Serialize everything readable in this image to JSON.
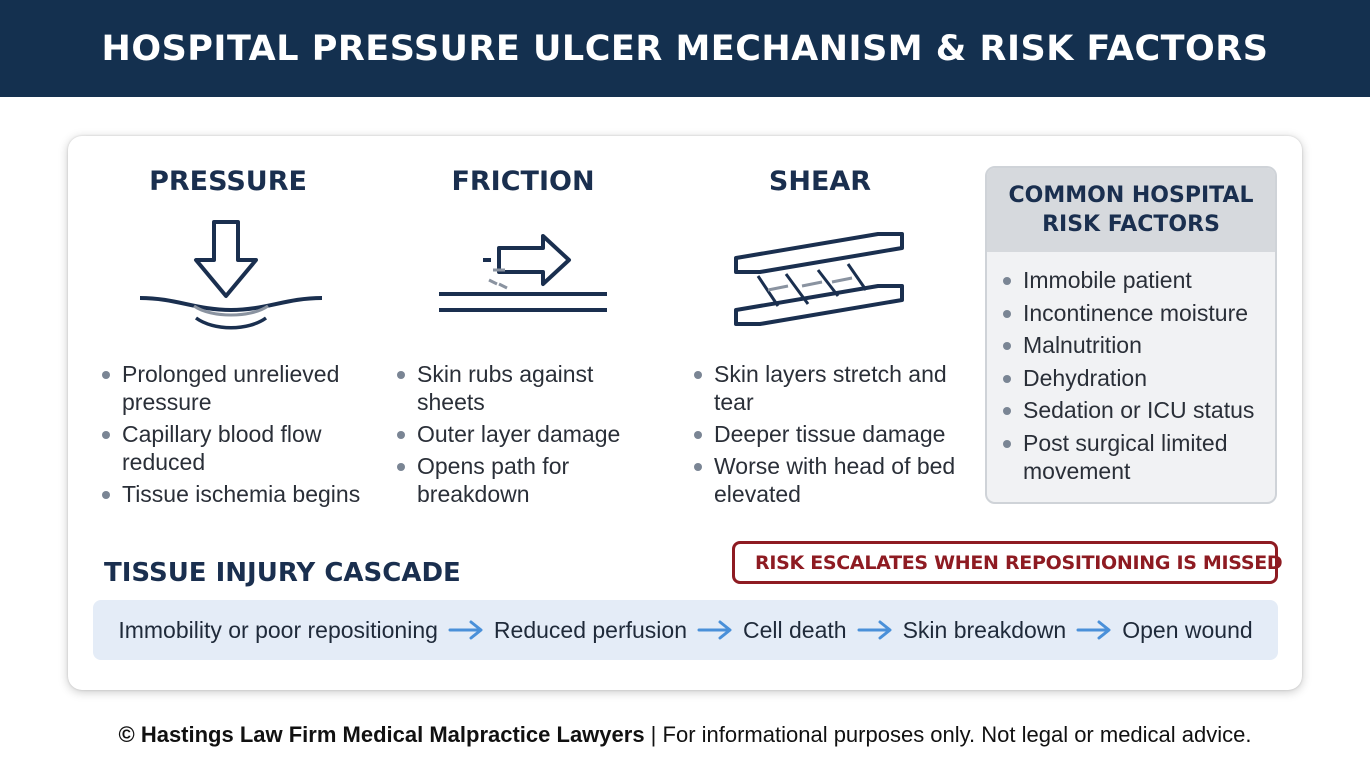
{
  "header": {
    "title": "HOSPITAL PRESSURE ULCER MECHANISM & RISK FACTORS"
  },
  "mechanisms": [
    {
      "title": "PRESSURE",
      "icon": "pressure-arrow-icon",
      "bullets": [
        "Prolonged unrelieved pressure",
        "Capillary blood flow reduced",
        "Tissue ischemia begins"
      ]
    },
    {
      "title": "FRICTION",
      "icon": "friction-arrow-icon",
      "bullets": [
        "Skin rubs against sheets",
        "Outer layer damage",
        "Opens path for breakdown"
      ]
    },
    {
      "title": "SHEAR",
      "icon": "shear-layers-icon",
      "bullets": [
        "Skin layers stretch and tear",
        "Deeper tissue damage",
        "Worse with head of bed elevated"
      ]
    }
  ],
  "risk_factors": {
    "title_line1": "COMMON HOSPITAL",
    "title_line2": "RISK FACTORS",
    "items": [
      "Immobile patient",
      "Incontinence moisture",
      "Malnutrition",
      "Dehydration",
      "Sedation or ICU status",
      "Post surgical limited movement"
    ]
  },
  "cascade": {
    "title": "TISSUE INJURY CASCADE",
    "warning": "RISK ESCALATES WHEN REPOSITIONING IS MISSED",
    "steps": [
      "Immobility or poor repositioning",
      "Reduced perfusion",
      "Cell death",
      "Skin breakdown",
      "Open wound"
    ]
  },
  "footer": {
    "bold": "© Hastings Law Firm Medical Malpractice Lawyers",
    "separator": " | ",
    "rest": "For informational purposes only. Not legal or medical advice."
  },
  "colors": {
    "header_bg": "#14304f",
    "title_text": "#1a2f4f",
    "warning": "#8e1b22",
    "flow_bg": "#e4ecf7",
    "flow_arrow": "#4a90d9"
  }
}
